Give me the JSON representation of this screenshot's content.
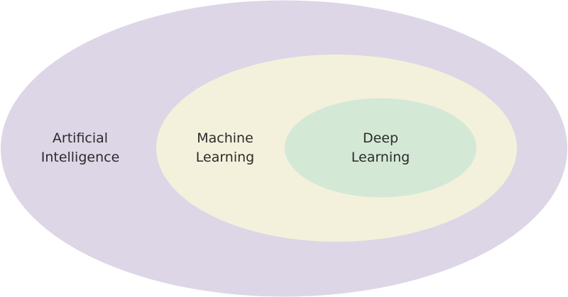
{
  "diagram": {
    "outer": {
      "line1": "Artificial",
      "line2": "Intelligence",
      "color": "#ddd6e6"
    },
    "middle": {
      "line1": "Machine",
      "line2": "Learning",
      "color": "#f3f1dc"
    },
    "inner": {
      "line1": "Deep",
      "line2": "Learning",
      "color": "#d4e8d6"
    },
    "text_color": "#2b2b2b"
  }
}
